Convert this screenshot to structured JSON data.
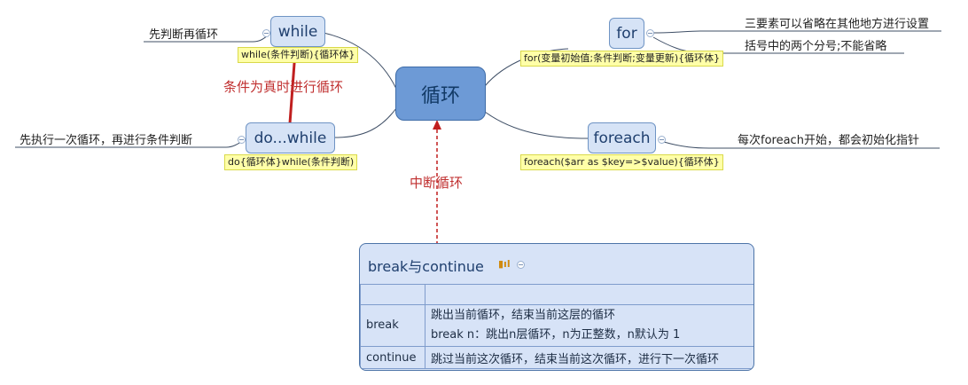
{
  "central": {
    "label": "循环"
  },
  "topics": {
    "while": {
      "label": "while",
      "note": "while(条件判断){循环体}",
      "desc": "先判断再循环"
    },
    "dowhile": {
      "label": "do...while",
      "note": "do{循环体}while(条件判断)",
      "desc": "先执行一次循环，再进行条件判断"
    },
    "for": {
      "label": "for",
      "note": "for(变量初始值;条件判断;变量更新){循环体}",
      "desc1": "三要素可以省略在其他地方进行设置",
      "desc2": "括号中的两个分号;不能省略"
    },
    "foreach": {
      "label": "foreach",
      "note": "foreach($arr as $key=>$value){循环体}",
      "desc": "每次foreach开始，都会初始化指针"
    }
  },
  "relations": {
    "loop_condition": "条件为真时进行循环",
    "break_loop": "中断循环"
  },
  "table": {
    "title": "break与continue",
    "header": [
      "",
      ""
    ],
    "rows": [
      {
        "key": "break",
        "line1": "跳出当前循环，结束当前这层的循环",
        "line2": "break n：跳出n层循环，n为正整数，n默认为 1"
      },
      {
        "key": "continue",
        "line1": "跳过当前这次循环，结束当前这次循环，进行下一次循环"
      }
    ]
  },
  "colors": {
    "topic_fill": "#d6e3f6",
    "central_fill": "#6d9ad6",
    "note_fill": "#ffffa8",
    "relation": "#c03030"
  }
}
